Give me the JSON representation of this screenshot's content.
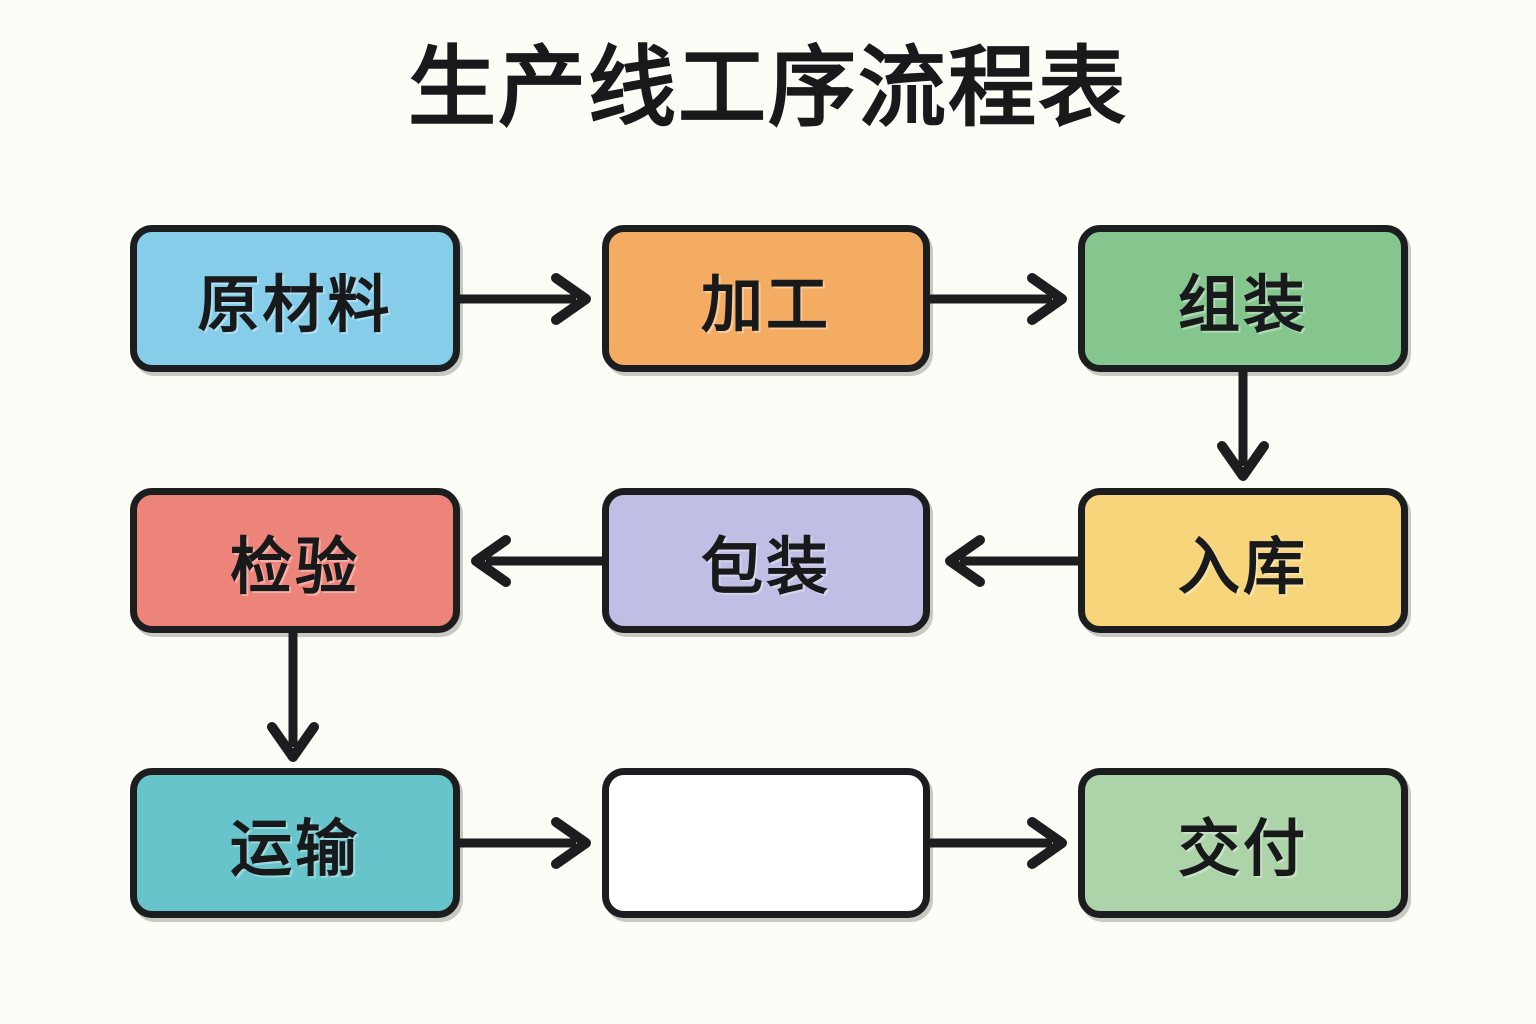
{
  "page": {
    "title": "生产线工序流程表",
    "background_color": "#FDFDF7",
    "text_color": "#17191A",
    "border_color": "#1B1D1E"
  },
  "diagram": {
    "type": "flowchart",
    "layout": "3-column serpentine grid",
    "nodes": [
      {
        "id": "raw",
        "label": "原材料",
        "color": "#85CDE8",
        "row": 1,
        "col": 1
      },
      {
        "id": "process",
        "label": "加工",
        "color": "#F4AC63",
        "row": 1,
        "col": 2
      },
      {
        "id": "assembly",
        "label": "组装",
        "color": "#85C58E",
        "row": 1,
        "col": 3
      },
      {
        "id": "inspect",
        "label": "检验",
        "color": "#EC8479",
        "row": 2,
        "col": 1
      },
      {
        "id": "package",
        "label": "包装",
        "color": "#BFBEE4",
        "row": 2,
        "col": 2
      },
      {
        "id": "storage",
        "label": "入库",
        "color": "#F7D57A",
        "row": 2,
        "col": 3
      },
      {
        "id": "transport",
        "label": "运输",
        "color": "#68C4CB",
        "row": 3,
        "col": 1
      },
      {
        "id": "blank",
        "label": "",
        "color": "#FFFFFF",
        "row": 3,
        "col": 2
      },
      {
        "id": "delivery",
        "label": "交付",
        "color": "#ADD3A9",
        "row": 3,
        "col": 3
      }
    ],
    "edges": [
      {
        "from": "raw",
        "to": "process",
        "direction": "right"
      },
      {
        "from": "process",
        "to": "assembly",
        "direction": "right"
      },
      {
        "from": "assembly",
        "to": "storage",
        "direction": "down"
      },
      {
        "from": "storage",
        "to": "package",
        "direction": "left"
      },
      {
        "from": "package",
        "to": "inspect",
        "direction": "left"
      },
      {
        "from": "inspect",
        "to": "transport",
        "direction": "down"
      },
      {
        "from": "transport",
        "to": "blank",
        "direction": "right"
      },
      {
        "from": "blank",
        "to": "delivery",
        "direction": "right"
      }
    ]
  }
}
